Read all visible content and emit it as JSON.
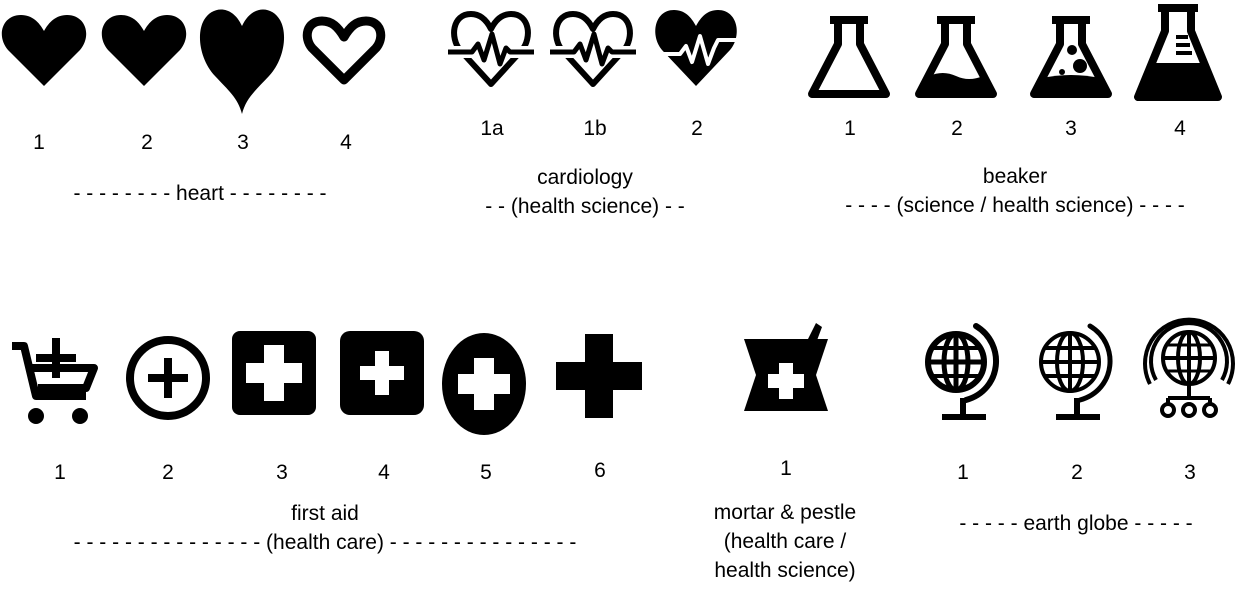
{
  "colors": {
    "ink": "#000000",
    "background": "#ffffff"
  },
  "groups": {
    "heart": {
      "icons": [
        "heart-solid-icon",
        "heart-solid-icon",
        "heart-tall-icon",
        "heart-outline-icon"
      ],
      "numbers": [
        "1",
        "2",
        "3",
        "4"
      ],
      "caption": [
        "- - - - - - - -   heart   - - - - - - - -"
      ]
    },
    "cardiology": {
      "icons": [
        "heartbeat-outline-icon",
        "heartbeat-outline-icon",
        "heartbeat-solid-icon"
      ],
      "numbers": [
        "1a",
        "1b",
        "2"
      ],
      "caption": [
        "cardiology",
        "- -  (health science)  - -"
      ]
    },
    "beaker": {
      "icons": [
        "flask-empty-icon",
        "flask-liquid-icon",
        "flask-bubbles-icon",
        "flask-measure-icon"
      ],
      "numbers": [
        "1",
        "2",
        "3",
        "4"
      ],
      "caption": [
        "beaker",
        "- - - -   (science / health science)   - - - -"
      ]
    },
    "first_aid": {
      "icons": [
        "cart-plus-icon",
        "circle-plus-icon",
        "square-cross-icon",
        "rounded-square-cross-icon",
        "oval-cross-icon",
        "cross-icon"
      ],
      "numbers": [
        "1",
        "2",
        "3",
        "4",
        "5",
        "6"
      ],
      "caption": [
        "first aid",
        "- - - - - - - - - - - - - - -   (health care)   - - - - - - - - - - - - - - -"
      ]
    },
    "mortar": {
      "icons": [
        "mortar-pestle-icon"
      ],
      "numbers": [
        "1"
      ],
      "caption": [
        "mortar & pestle",
        "(health care /",
        "health science)"
      ]
    },
    "globe": {
      "icons": [
        "globe-stand-icon",
        "globe-stand-icon",
        "globe-network-icon"
      ],
      "numbers": [
        "1",
        "2",
        "3"
      ],
      "caption": [
        "- - - - -   earth globe   - - - - -"
      ]
    }
  }
}
